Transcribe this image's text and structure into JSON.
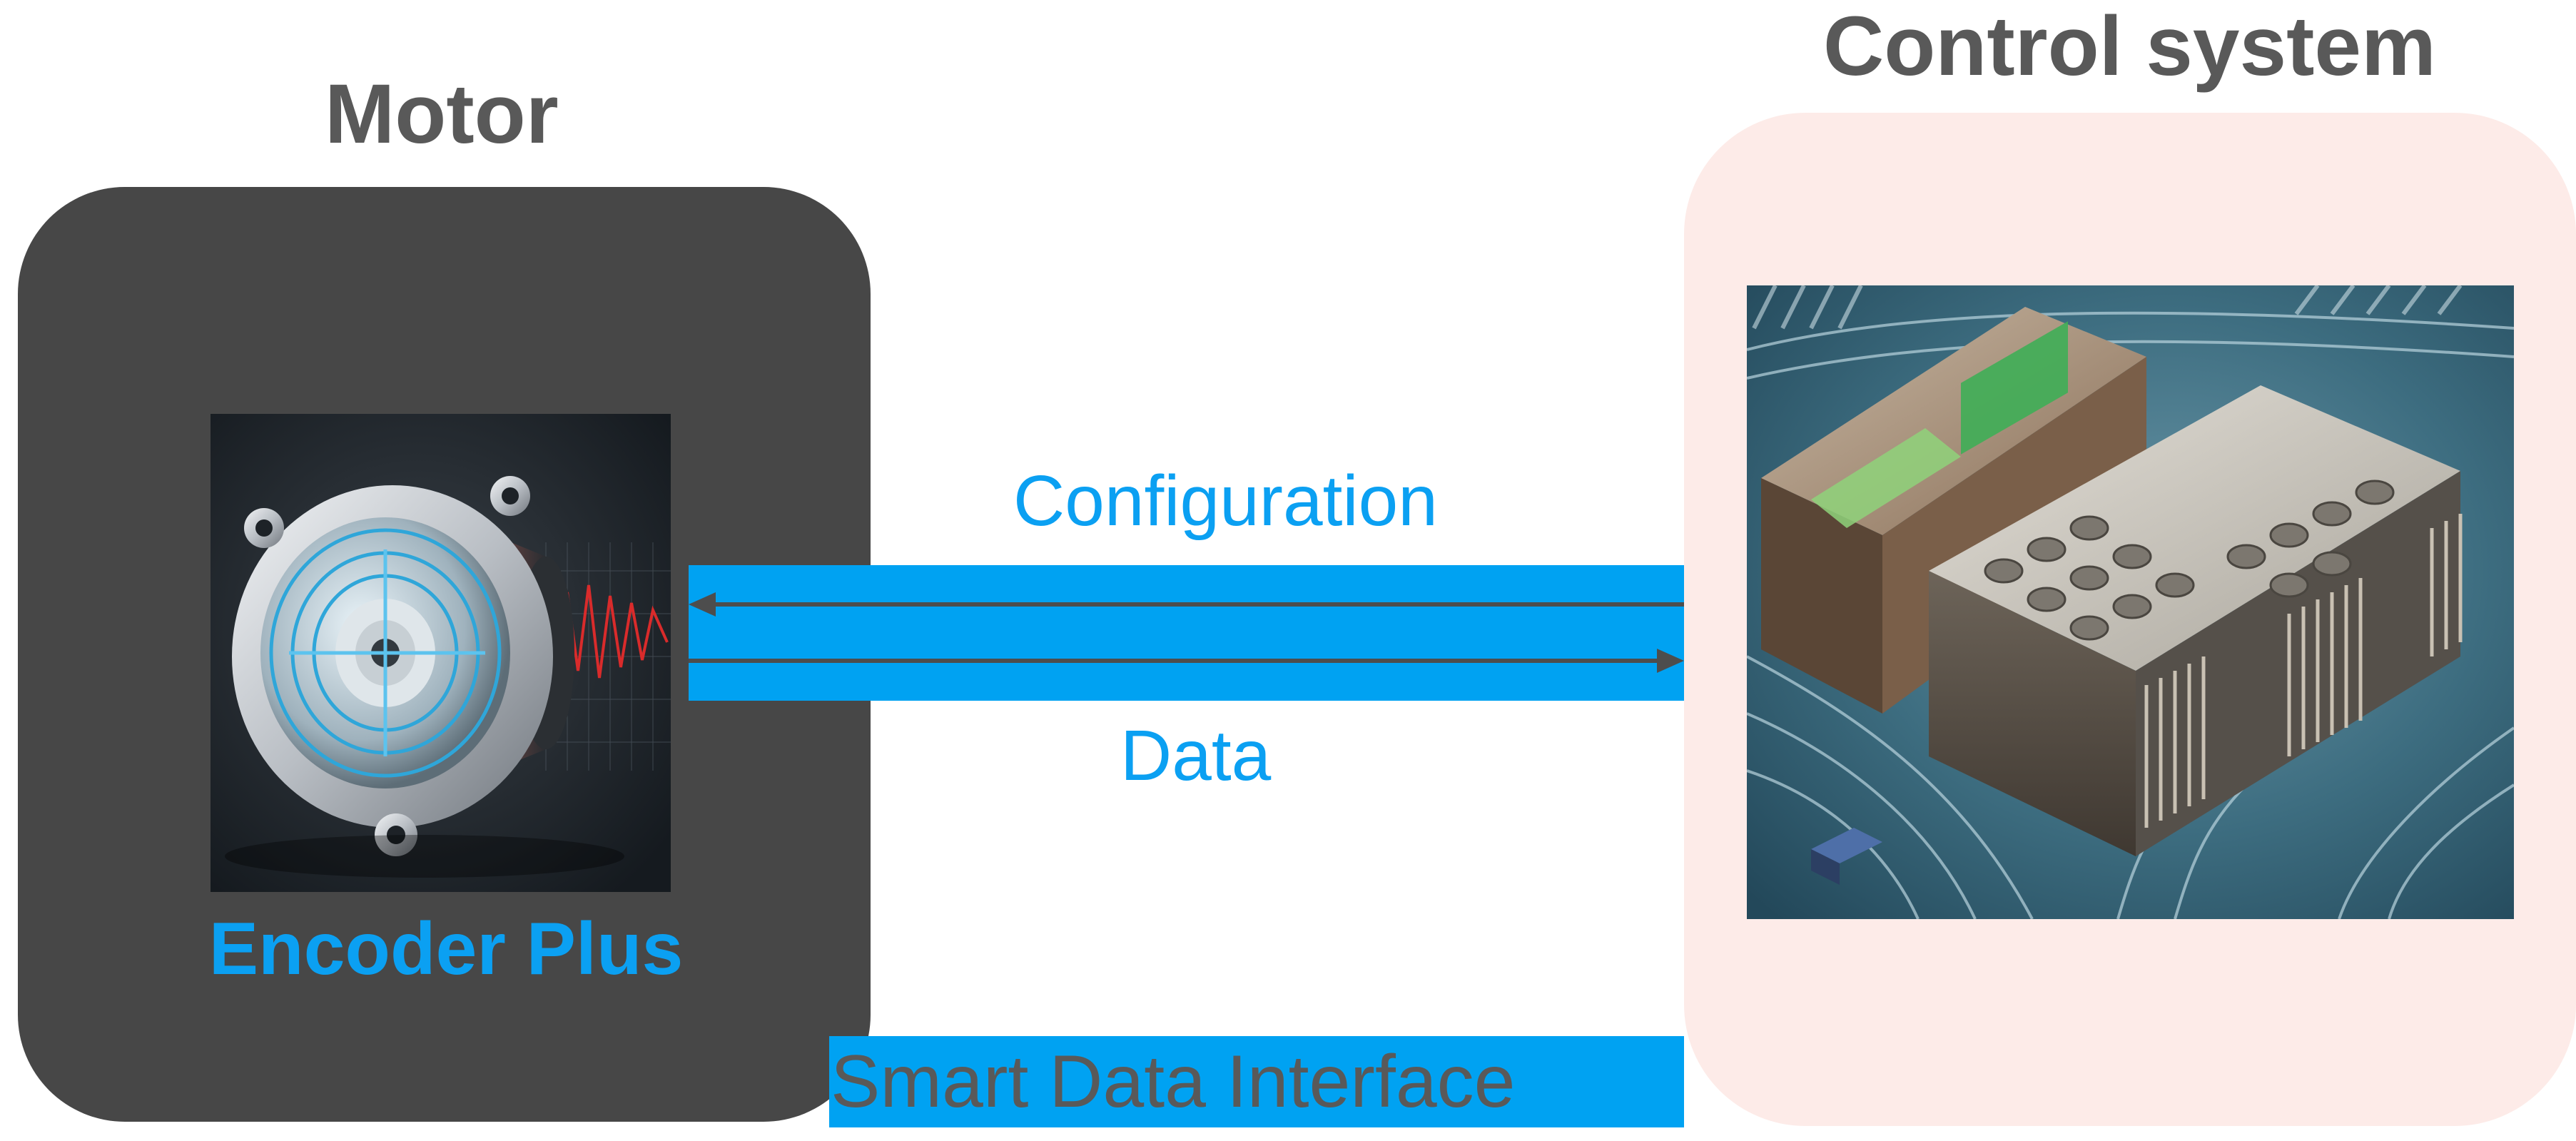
{
  "titles": {
    "motor": "Motor",
    "control_system": "Control system"
  },
  "encoder": {
    "label": "Encoder Plus"
  },
  "link": {
    "top_label": "Configuration",
    "bottom_label": "Data"
  },
  "interface": {
    "label": "Smart Data Interface"
  },
  "colors": {
    "accent_blue": "#00a2f2",
    "label_blue": "#0ba0f2",
    "title_gray": "#595959",
    "motor_box": "#474747",
    "control_box": "#fdebe8",
    "arrow": "#4d4d4d"
  },
  "icons": {
    "encoder": "rotary-encoder-illustration",
    "control": "circuit-board-chip-illustration"
  }
}
